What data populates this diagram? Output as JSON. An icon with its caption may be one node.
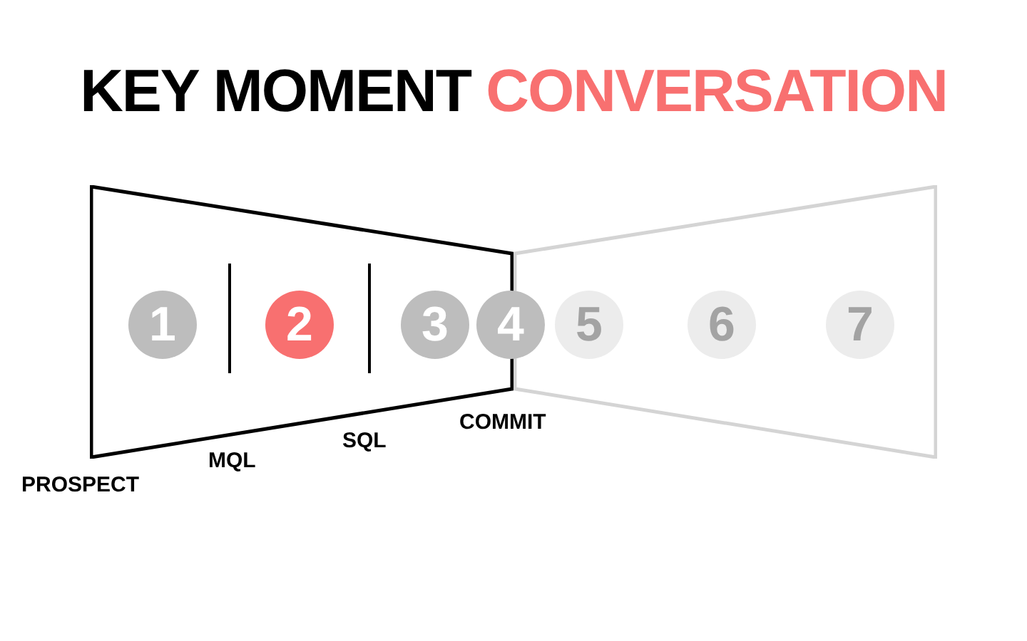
{
  "diagram": {
    "title": "KEY MOMENT CONVERSATION",
    "nodes": [
      {
        "text": [],
        "shape": "trapezoid"
      },
      {
        "text": [],
        "shape": "trapezoid"
      },
      {
        "text": [
          "1"
        ],
        "in": 0
      },
      {
        "text": [
          "2"
        ],
        "in": 0
      },
      {
        "text": [
          "3"
        ],
        "in": 0
      },
      {
        "text": [
          "4"
        ]
      },
      {
        "text": [
          "5"
        ],
        "in": 1
      },
      {
        "text": [
          "6"
        ],
        "in": 1
      },
      {
        "text": [
          "7"
        ],
        "in": 1
      }
    ],
    "edges": [],
    "labels": [
      "PROSPECT",
      "MQL",
      "SQL",
      "COMMIT"
    ]
  }
}
